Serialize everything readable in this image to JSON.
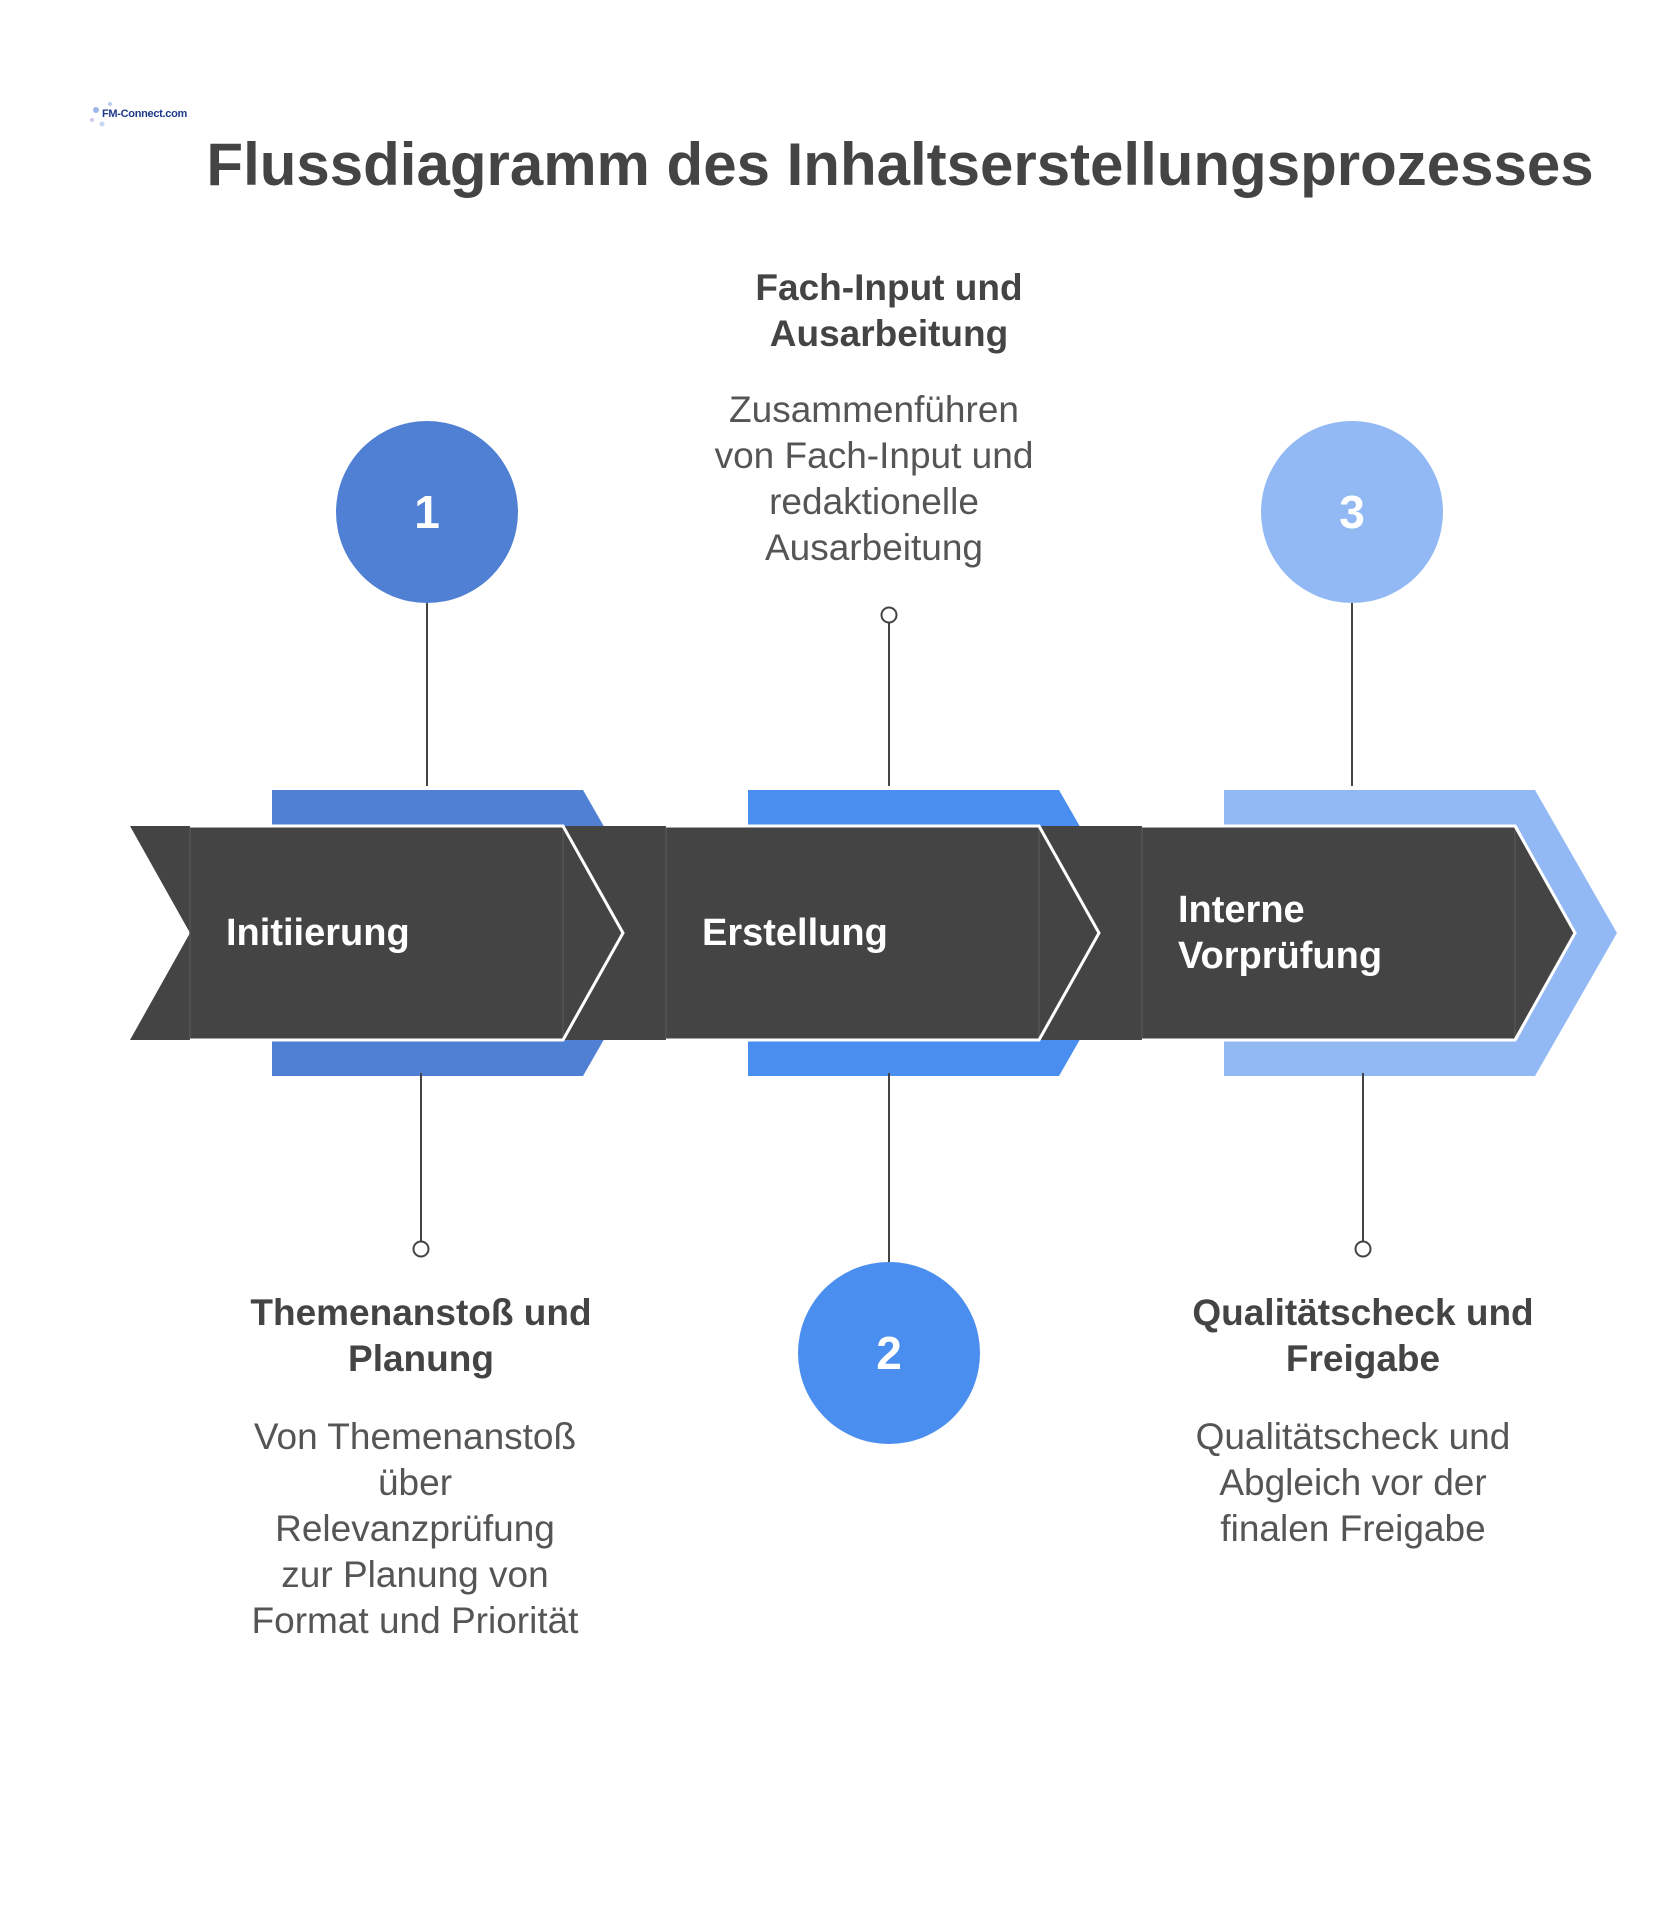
{
  "logo": {
    "text": "FM-Connect.com"
  },
  "title": "Flussdiagramm des Inhaltserstellungsprozesses",
  "colors": {
    "step1": "#4f80d4",
    "step2": "#4a8ef0",
    "step3": "#93b9f5",
    "arrow": "#444444",
    "connector": "#444444"
  },
  "steps": [
    {
      "number": "1",
      "stage": "Initiierung",
      "title": "Themenanstoß und Planung",
      "description": "Von Themenanstoß über Relevanzprüfung zur Planung von Format und Priorität"
    },
    {
      "number": "2",
      "stage": "Erstellung",
      "title": "Fach-Input und Ausarbeitung",
      "description": "Zusammenführen von Fach-Input und redaktionelle Ausarbeitung"
    },
    {
      "number": "3",
      "stage": "Interne Vorprüfung",
      "title": "Qualitätscheck und Freigabe",
      "description": "Qualitätscheck und Abgleich vor der finalen Freigabe"
    }
  ]
}
